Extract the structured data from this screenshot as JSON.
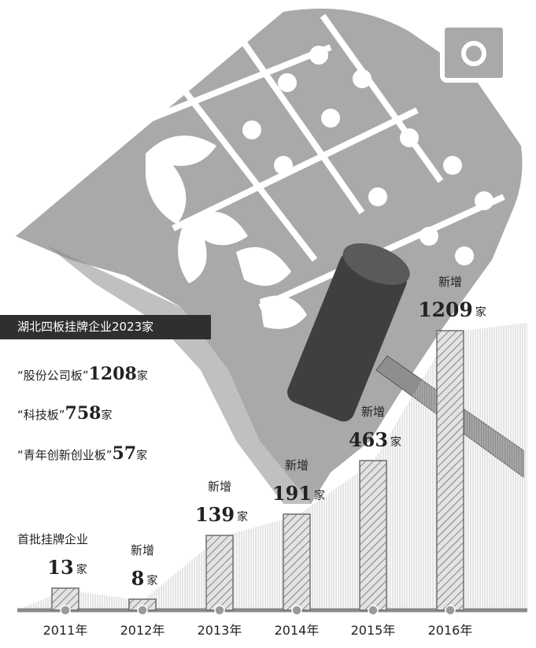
{
  "headline": "湖北四板挂牌企业2023家",
  "boards": [
    {
      "name": "“股份公司板”",
      "count": "1208",
      "unit": "家"
    },
    {
      "name": "“科技板”",
      "count": "758",
      "unit": "家"
    },
    {
      "name": "“青年创新创业板”",
      "count": "57",
      "unit": "家"
    }
  ],
  "chart_data": {
    "type": "bar",
    "categories": [
      "2011年",
      "2012年",
      "2013年",
      "2014年",
      "2015年",
      "2016年"
    ],
    "values": [
      13,
      8,
      139,
      191,
      463,
      1209
    ],
    "bar_captions": [
      "首批挂牌企业",
      "新增",
      "新增",
      "新增",
      "新增",
      "新增"
    ],
    "value_labels": [
      "13",
      "8",
      "139",
      "191",
      "463",
      "1209"
    ],
    "unit": "家",
    "bar_fill": "hatched",
    "grid": false,
    "title": "",
    "xlabel": "",
    "ylabel": ""
  },
  "illustration": {
    "description_icon": "gavel-icon",
    "seal_icon": "bronze-seal-icon",
    "colors": {
      "seal": "#a8a8a8",
      "gavel_handle": "#8e8e8e",
      "gavel_head": "#3f3f3f",
      "bar_hatch": "#8a8a8a",
      "title_bg": "#2f2f2f"
    }
  }
}
